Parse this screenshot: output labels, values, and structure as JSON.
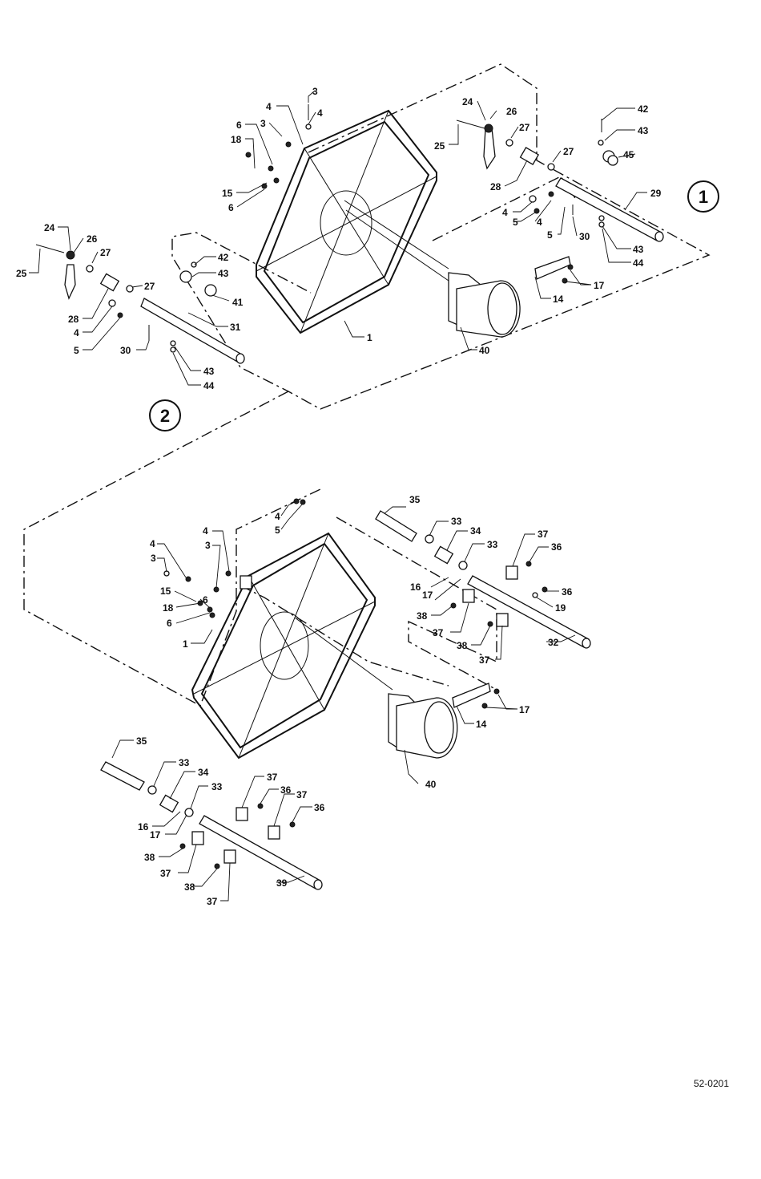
{
  "document_ref": "52-0201",
  "callouts": {
    "one": "1",
    "two": "2"
  },
  "labels": {
    "c1": "3",
    "c2": "4",
    "c3": "4",
    "c4": "6",
    "c5": "3",
    "c6": "18",
    "c7": "15",
    "c8": "6",
    "c9": "24",
    "c10": "26",
    "c11": "27",
    "c12": "25",
    "c13": "27",
    "c14": "28",
    "c15": "4",
    "c16": "5",
    "c17": "4",
    "c18": "5",
    "c19": "30",
    "c20": "42",
    "c21": "43",
    "c22": "45",
    "c23": "29",
    "c24": "43",
    "c25": "44",
    "c26": "17",
    "c27": "14",
    "c28": "40",
    "c29": "1",
    "c30": "24",
    "c31": "26",
    "c32": "27",
    "c33": "25",
    "c34": "42",
    "c35": "43",
    "c36": "27",
    "c37": "41",
    "c38": "28",
    "c39": "4",
    "c40": "5",
    "c41": "31",
    "c42": "30",
    "c43": "43",
    "c44": "44",
    "c45": "4",
    "c46": "5",
    "c47": "35",
    "c48": "33",
    "c49": "34",
    "c50": "33",
    "c51": "37",
    "c52": "36",
    "c53": "4",
    "c54": "3",
    "c55": "4",
    "c56": "3",
    "c57": "15",
    "c58": "6",
    "c59": "18",
    "c60": "6",
    "c61": "16",
    "c62": "17",
    "c63": "36",
    "c64": "19",
    "c65": "38",
    "c66": "37",
    "c67": "38",
    "c68": "32",
    "c69": "37",
    "c70": "1",
    "c71": "17",
    "c72": "14",
    "c73": "40",
    "c74": "35",
    "c75": "33",
    "c76": "34",
    "c77": "33",
    "c78": "37",
    "c79": "36",
    "c80": "37",
    "c81": "36",
    "c82": "16",
    "c83": "17",
    "c84": "38",
    "c85": "37",
    "c86": "38",
    "c87": "39",
    "c88": "37"
  }
}
